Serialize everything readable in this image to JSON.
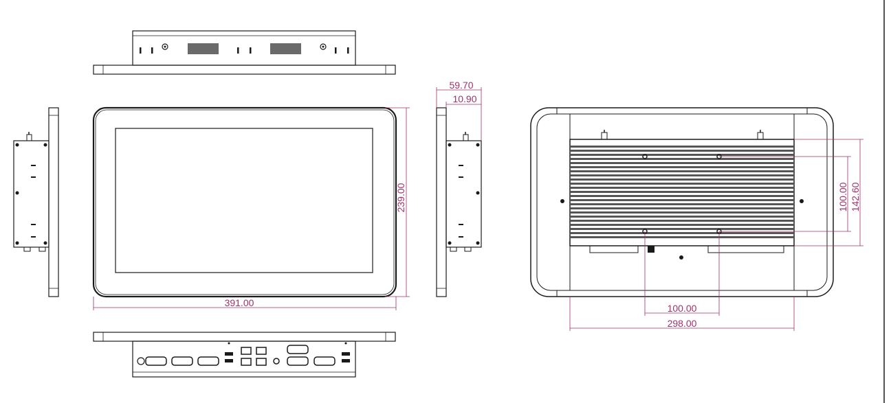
{
  "colors": {
    "outline": "#1a1a1a",
    "dimension": "#a0306a",
    "background": "#ffffff"
  },
  "dimensions": {
    "overall_width": "391.00",
    "overall_height": "239.00",
    "total_depth": "59.70",
    "bezel_depth": "10.90",
    "vesa_horizontal": "100.00",
    "vesa_vertical": "100.00",
    "chassis_width": "298.00",
    "chassis_height": "142.60"
  }
}
